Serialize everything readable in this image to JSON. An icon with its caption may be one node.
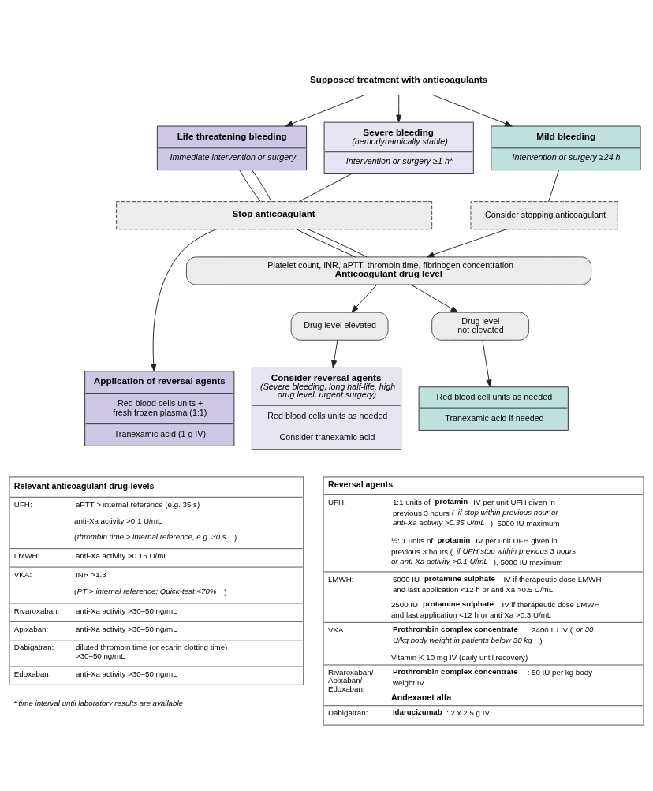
{
  "diagram": {
    "nodes": [
      {
        "text": [
          "Supposed treatment with anticoagulants"
        ]
      },
      {
        "text": [
          "Life threatening bleeding",
          "Immediate intervention or surgery"
        ]
      },
      {
        "text": [
          "Severe bleeding",
          "(hemodynamically stable)",
          "Intervention or surgery ≥1 h*"
        ]
      },
      {
        "text": [
          "Mild bleeding",
          "Intervention or surgery ≥24 h"
        ]
      },
      {
        "text": [
          "Stop anticoagulant"
        ]
      },
      {
        "text": [
          "Consider stopping anticoagulant"
        ]
      },
      {
        "text": [
          "Platelet count, INR, aPTT, thrombin time, fibrinogen concentration",
          "Anticoagulant drug level"
        ]
      },
      {
        "text": [
          "Drug level elevated"
        ]
      },
      {
        "text": [
          "Drug level not elevated"
        ]
      },
      {
        "text": [
          "Application of reversal agents",
          "Red blood cells units + fresh frozen plasma (1:1)",
          "Tranexamic acid (1 g IV)"
        ]
      },
      {
        "text": [
          "Consider reversal agents",
          "(Severe bleeding, long half-life, high drug level, urgent surgery)",
          "Red blood cells units as needed",
          "Consider tranexamic acid"
        ]
      },
      {
        "text": [
          "Red blood cell units as needed",
          "Tranexamic acid if needed"
        ]
      }
    ],
    "edges": [
      {
        "from": 0,
        "to": 1,
        "arrow": "to"
      },
      {
        "from": 0,
        "to": 2,
        "arrow": "to"
      },
      {
        "from": 0,
        "to": 3,
        "arrow": "to"
      },
      {
        "from": 1,
        "to": 4,
        "arrow": "none"
      },
      {
        "from": 1,
        "to": 4,
        "arrow": "none"
      },
      {
        "from": 2,
        "to": 4,
        "arrow": "none"
      },
      {
        "from": 3,
        "to": 5,
        "arrow": "none"
      },
      {
        "from": 4,
        "to": 9,
        "arrow": "to"
      },
      {
        "from": 4,
        "to": 6,
        "arrow": "none"
      },
      {
        "from": 4,
        "to": 6,
        "arrow": "none"
      },
      {
        "from": 5,
        "to": 6,
        "arrow": "to"
      },
      {
        "from": 6,
        "to": 7,
        "arrow": "to"
      },
      {
        "from": 6,
        "to": 8,
        "arrow": "to"
      },
      {
        "from": 7,
        "to": 10,
        "arrow": "to"
      },
      {
        "from": 8,
        "to": 11,
        "arrow": "to"
      }
    ],
    "labels": [
      "Relevant anticoagulant drug-levels",
      "UFH:",
      "aPTT > internal reference (e.g. 35 s)",
      "anti-Xa activity >0.1 U/mL",
      "(*thrombin time > internal reference, e.g. 30 s*)",
      "LMWH:",
      "anti-Xa activity >0.15 U/mL",
      "VKA:",
      "INR >1.3",
      "(*PT > internal reference; Quick-test <70%*)",
      "Rivaroxaban:",
      "anti-Xa activity >30–50 ng/mL",
      "Apixaban:",
      "anti-Xa activity >30–50 ng/mL",
      "Dabigatran:",
      "diluted thrombin time (or ecarin clotting time) >30–50 ng/mL",
      "Edoxaban:",
      "anti-Xa activity >30–50 ng/mL",
      "* time interval until laboratory results are available",
      "Reversal agents",
      "UFH:",
      "1:1 units of **protamin** IV per unit UFH given in previous 3 hours (*if stop within previous hour or anti-Xa activity >0.35 U/mL*), 5000 IU maximum",
      "½: 1 units of **protamin** IV per unit UFH given in previous 3 hours (*if UFH stop within previous 3 hours or anti-Xa activity >0.1 U/mL*), 5000 IU maximum",
      "LMWH:",
      "5000 IU **protamine sulphate** IV if therapeutic dose LMWH and last application <12 h or anti Xa >0.5 U/mL",
      "2500 IU **protamine sulphate** IV if therapeutic dose LMWH and last application <12 h or anti Xa >0.3 U/mL",
      "VKA:",
      "**Prothrombin complex concentrate**: 2400 IU IV (*or 30 U/kg body weight in patients below 30 kg*)",
      "Vitamin K 10 mg IV (daily until recovery)",
      "Rivaroxaban/ Apixaban/ Edoxaban:",
      "**Prothrombin complex concentrate**: 50 IU per kg body weight IV",
      "Andexanet alfa",
      "Dabigatran:",
      "**Idarucizumab**: 2 x 2.5 g IV"
    ]
  }
}
